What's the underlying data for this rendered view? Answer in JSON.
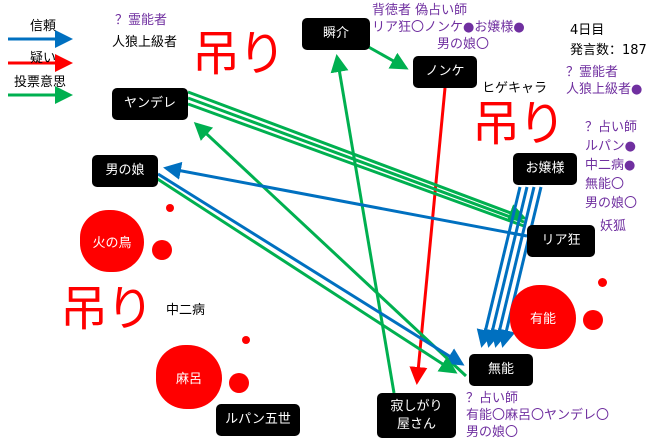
{
  "legend": {
    "trust": "信頼",
    "doubt": "疑い",
    "vote": "投票意思"
  },
  "colors": {
    "trust": "#0070c0",
    "doubt": "#ff0000",
    "vote": "#00b050",
    "note": "#7030a0"
  },
  "status": {
    "day": "4日目",
    "posts": "発言数：187"
  },
  "hang_label": "吊り",
  "nodes": {
    "shunsuke": "瞬介",
    "nonke": "ノンケ",
    "yandere": "ヤンデレ",
    "otokonoko": "男の娘",
    "ojousama": "お嬢様",
    "riakyou": "リア狂",
    "hinotori": "火の鳥",
    "yuunou": "有能",
    "munou": "無能",
    "maro": "麻呂",
    "lupin": "ルパン五世",
    "sabishigari": "寂しがり\n屋さん"
  },
  "hanged": {
    "a": "人狼上級者",
    "b": "ヒゲキャラ",
    "c": "中二病"
  },
  "notes": {
    "top_left": "？霊能者",
    "nonke_note": "背徳者 偽占い師\nリア狂〇ノンケ●お嬢様●\n　　　　　男の娘〇",
    "right_medium": "？霊能者\n人狼上級者●",
    "right_seer": "？占い師\nルパン●\n中二病●\n無能〇\n男の娘〇",
    "fox": "妖狐",
    "munou_note": "？占い師\n有能〇麻呂〇ヤンデレ〇\n男の娘〇"
  }
}
